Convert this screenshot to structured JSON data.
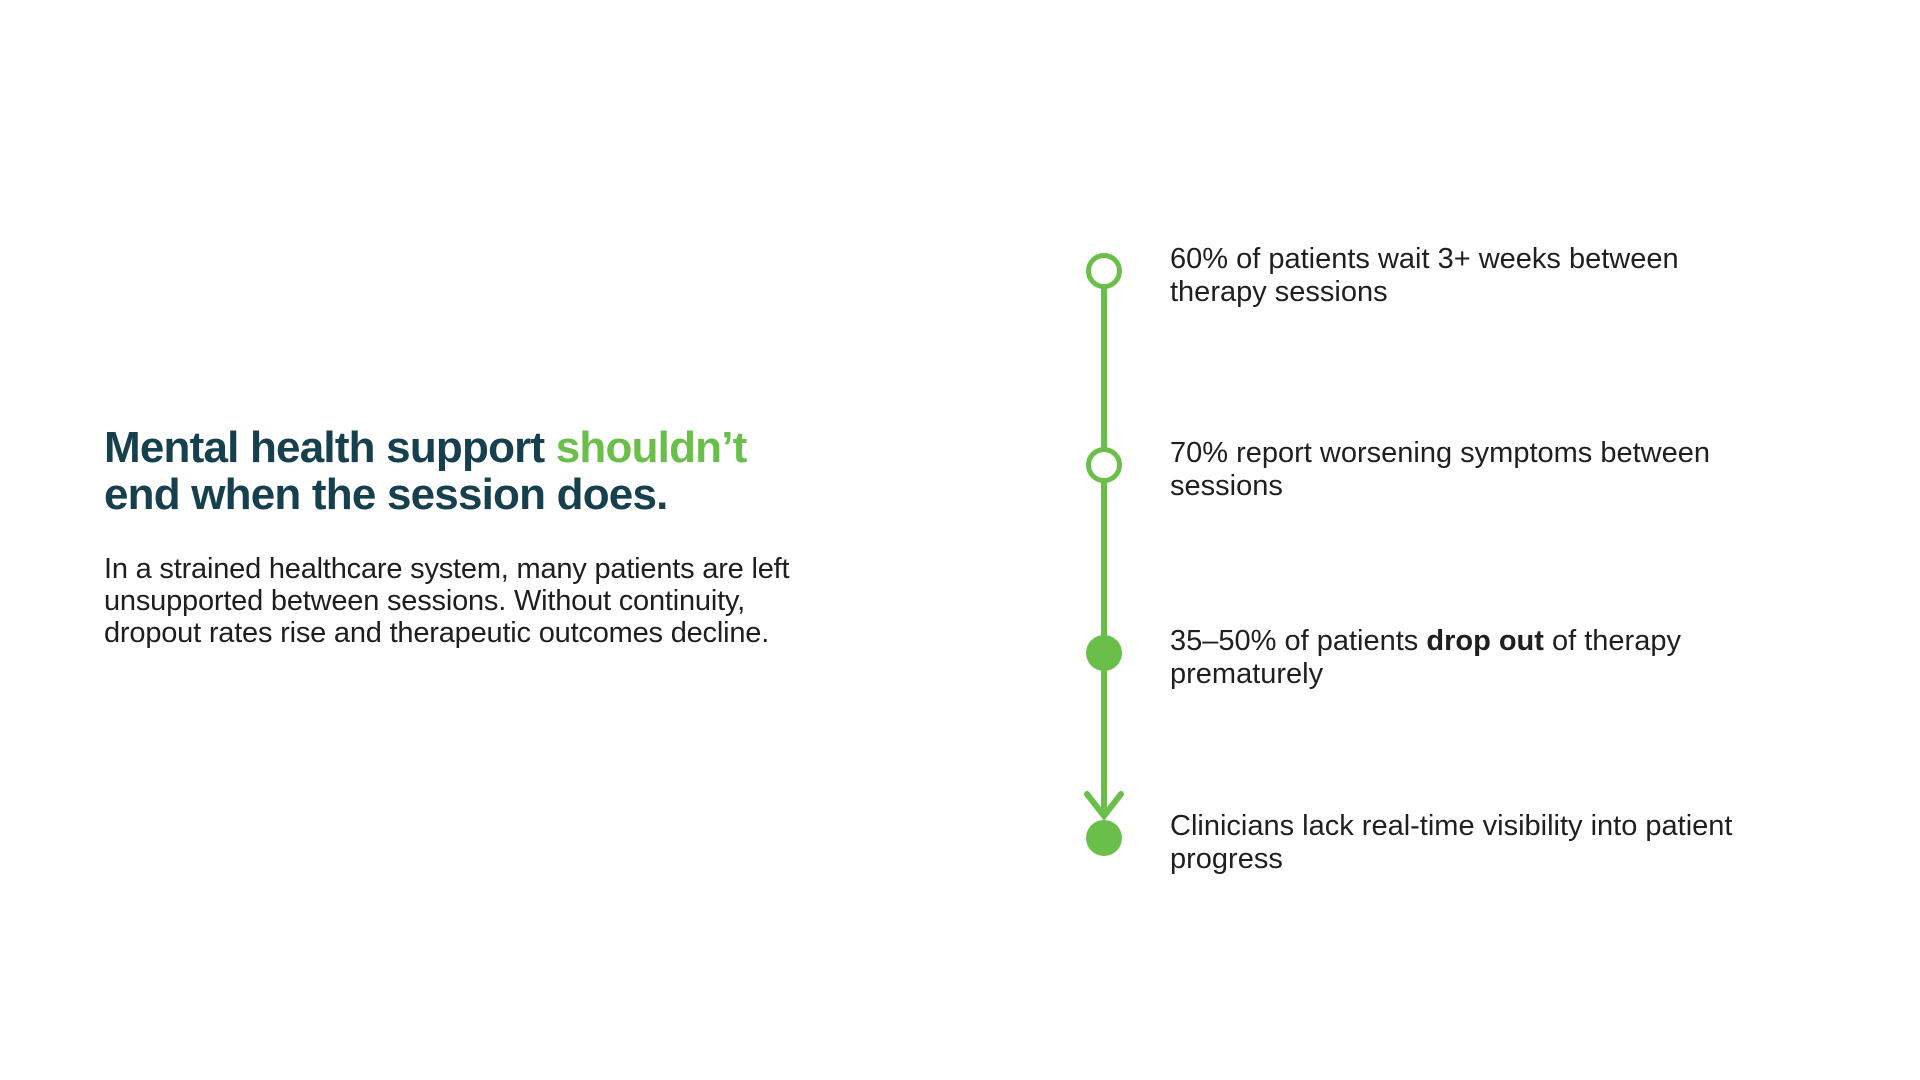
{
  "slide": {
    "background_color": "#ffffff"
  },
  "colors": {
    "accent_green": "#6abf4a",
    "heading_teal": "#16404e",
    "body_text": "#1e1e1e"
  },
  "hero": {
    "heading": {
      "part1": "Mental health support ",
      "highlight": "shouldn’t",
      "part2": "end when the session does."
    },
    "paragraph": {
      "lines": [
        "In a strained healthcare system, many patients are left",
        "unsupported between sessions. Without continuity,",
        "dropout rates rise and therapeutic outcomes decline."
      ]
    }
  },
  "timeline": {
    "direction": "vertical-down-arrow",
    "items": [
      {
        "marker": "hollow-circle",
        "lines": [
          "60% of patients wait 3+ weeks between",
          "therapy sessions"
        ]
      },
      {
        "marker": "hollow-circle",
        "lines": [
          "70% report worsening symptoms between",
          "sessions"
        ]
      },
      {
        "marker": "filled-circle",
        "line1_pre": "35–50% of patients ",
        "line1_bold": "drop out",
        "line1_post": " of therapy",
        "line2": "prematurely"
      },
      {
        "marker": "filled-circle-below-arrow",
        "lines": [
          "Clinicians lack real-time visibility into patient",
          "progress"
        ]
      }
    ]
  }
}
